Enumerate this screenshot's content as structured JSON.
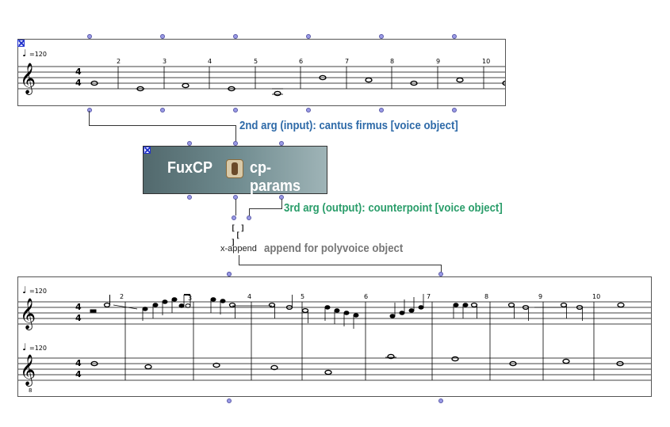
{
  "cantus_box": {
    "tempo": "=120",
    "time_sig": [
      "4",
      "4"
    ],
    "measure_numbers": [
      "2",
      "3",
      "4",
      "5",
      "6",
      "7",
      "8",
      "9",
      "10"
    ]
  },
  "fux_box": {
    "name": "FuxCP",
    "params_label": "cp-params",
    "icon": "cp-params-icon"
  },
  "xappend_box": {
    "name": "x-append",
    "icon": "x-append-icon"
  },
  "poly_box": {
    "staff1": {
      "tempo": "=120",
      "time_sig": [
        "4",
        "4"
      ]
    },
    "staff2": {
      "tempo": "=120",
      "time_sig": [
        "4",
        "4"
      ],
      "octave": "8"
    },
    "measure_numbers": [
      "2",
      "3",
      "4",
      "5",
      "6",
      "7",
      "8",
      "9",
      "10"
    ]
  },
  "annotations": {
    "input_label": "2nd arg (input): cantus firmus [voice object]",
    "output_label": "3rd arg (output): counterpoint [voice object]",
    "append_label": "append for polyvoice object"
  },
  "colors": {
    "blue_label": "#2e6aa8",
    "green_label": "#2a9d6a",
    "gray_label": "#777777",
    "inlet": "#9a9ae6"
  }
}
